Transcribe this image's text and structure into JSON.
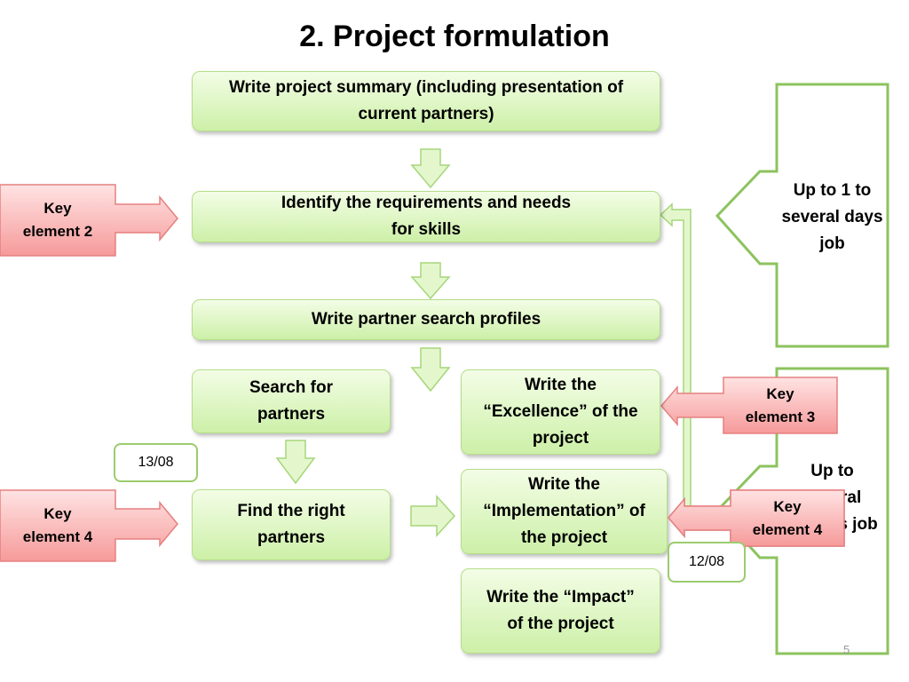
{
  "title": "2. Project formulation",
  "boxes": {
    "summary": "Write project summary (including presentation of current partners)",
    "requirements": "Identify the requirements and needs for skills",
    "profiles": "Write partner search profiles",
    "search": "Search for partners",
    "find": "Find the right partners",
    "excellence": "Write the “Excellence” of the project",
    "implementation": "Write the “Implementation” of the project",
    "impact": "Write the “Impact” of the project"
  },
  "keys": {
    "key2": "Key element 2",
    "key4_left": "Key element 4",
    "key3": "Key element 3",
    "key4_right": "Key element 4"
  },
  "dates": {
    "left": "13/08",
    "right": "12/08"
  },
  "callouts": {
    "top": "Up to 1 to several days job",
    "bottom": "Up to several months job"
  },
  "page_number": "5",
  "colors": {
    "box_fill": "#d6f3b6",
    "box_border": "#b5de8a",
    "key_fill": "#f7a9a9",
    "outline": "#8cc35e"
  }
}
